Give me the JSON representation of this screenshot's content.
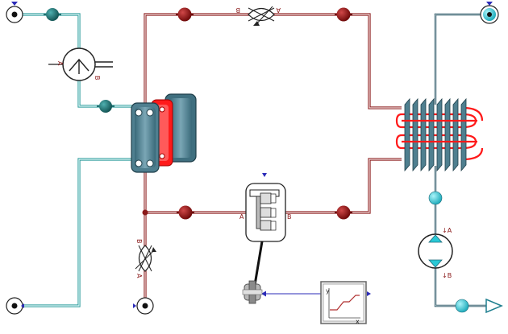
{
  "colors": {
    "refrigerant_line": "#8b1a1a",
    "refrigerant_fill": "#f4e4e4",
    "water_line": "#2a9a9a",
    "water_fill": "#e6fbfb",
    "connector_dark_red": "#8b0f0f",
    "connector_teal": "#1f6f6f",
    "connector_cyan": "#29c9d6",
    "hx_body": "#4f7f8f",
    "hx_hot": "#ff1a1a",
    "signal_blue": "#2b2bb8"
  },
  "labels": {
    "valve_top_a": "A",
    "valve_top_b": "B",
    "valve_left_a": "A",
    "valve_left_b": "B",
    "compressor_a": "A",
    "compressor_b": "B",
    "pump_left_a": "A",
    "pump_left_b": "B",
    "pump_right_a": "↓A",
    "pump_right_b": "↓B",
    "table_y": "y",
    "table_x": "x"
  },
  "icons": [
    "water-source-icon",
    "water-sink-icon",
    "pump-icon",
    "plate-heat-exchanger-icon",
    "expansion-valve-icon",
    "compressor-icon",
    "air-heat-exchanger-icon",
    "time-table-icon",
    "speed-actuator-icon",
    "flow-source-triangle-icon"
  ]
}
